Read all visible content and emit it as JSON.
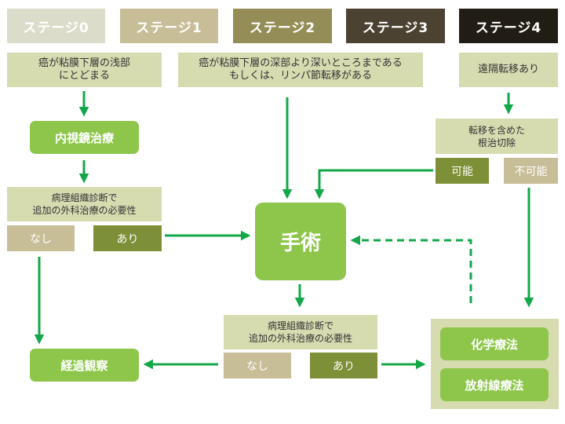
{
  "colors": {
    "stage0": "#dcdcca",
    "stage1": "#c7bd97",
    "stage2": "#958d57",
    "stage3": "#4c4231",
    "stage4": "#211d14",
    "desc_bg": "#d6dbb0",
    "treatment_green": "#8dc64a",
    "arrow_green": "#13a74a"
  },
  "stages": [
    "ステージ0",
    "ステージ1",
    "ステージ2",
    "ステージ3",
    "ステージ4"
  ],
  "stage0_desc": "癌が粘膜下層の浅部\nにとどまる",
  "stage1to3_desc": "癌が粘膜下層の深部より深いところまである\nもしくは、リンパ節転移がある",
  "stage4_desc": "遠隔転移あり",
  "endoscopic": "内視鏡治療",
  "pathology_check_1": "病理組織診断で\n追加の外科治療の必要性",
  "none_1": "なし",
  "yes_1": "あり",
  "surgery": "手術",
  "metastasis_resection": "転移を含めた\n根治切除",
  "possible": "可能",
  "impossible": "不可能",
  "pathology_check_2": "病理組織診断で\n追加の外科治療の必要性",
  "none_2": "なし",
  "yes_2": "あり",
  "observation": "経過観察",
  "chemotherapy": "化学療法",
  "radiotherapy": "放射線療法"
}
